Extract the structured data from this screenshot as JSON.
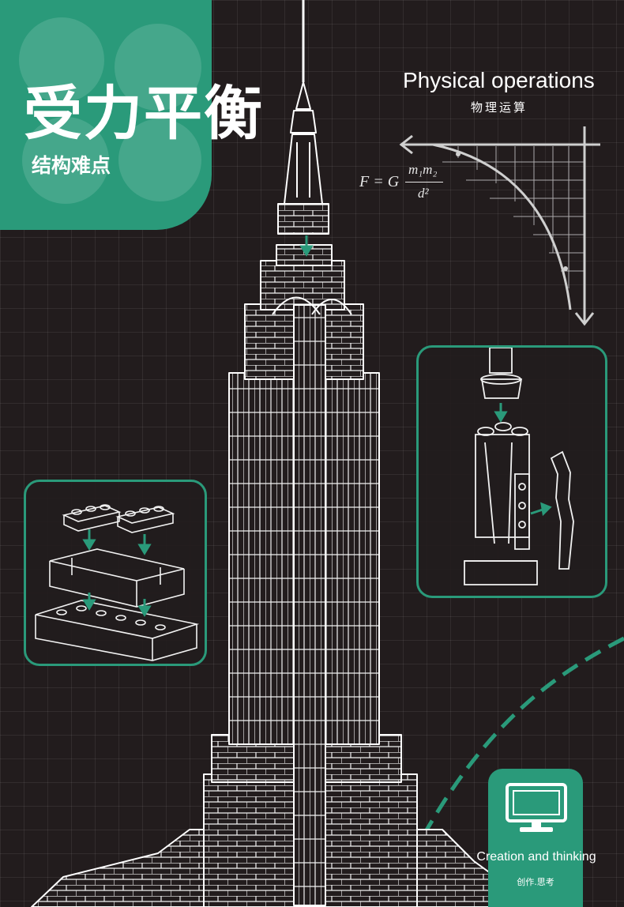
{
  "header": {
    "title": "受力平衡",
    "subtitle": "结构难点"
  },
  "physics": {
    "title": "Physical operations",
    "subtitle": "物理运算",
    "formula": {
      "lhs": "F = G",
      "numerator": "m₁m₂",
      "denominator": "d²"
    }
  },
  "badge": {
    "icon": "monitor-icon",
    "label": "Creation and thinking",
    "sublabel": "创作.思考"
  },
  "colors": {
    "accent": "#2a9a7a",
    "background": "#221c1d",
    "line": "#ffffff"
  },
  "illustration": {
    "subject": "tower",
    "icons": [
      "antenna-icon",
      "arrow-down-icon",
      "arrow-right-icon",
      "brick-icon"
    ]
  }
}
